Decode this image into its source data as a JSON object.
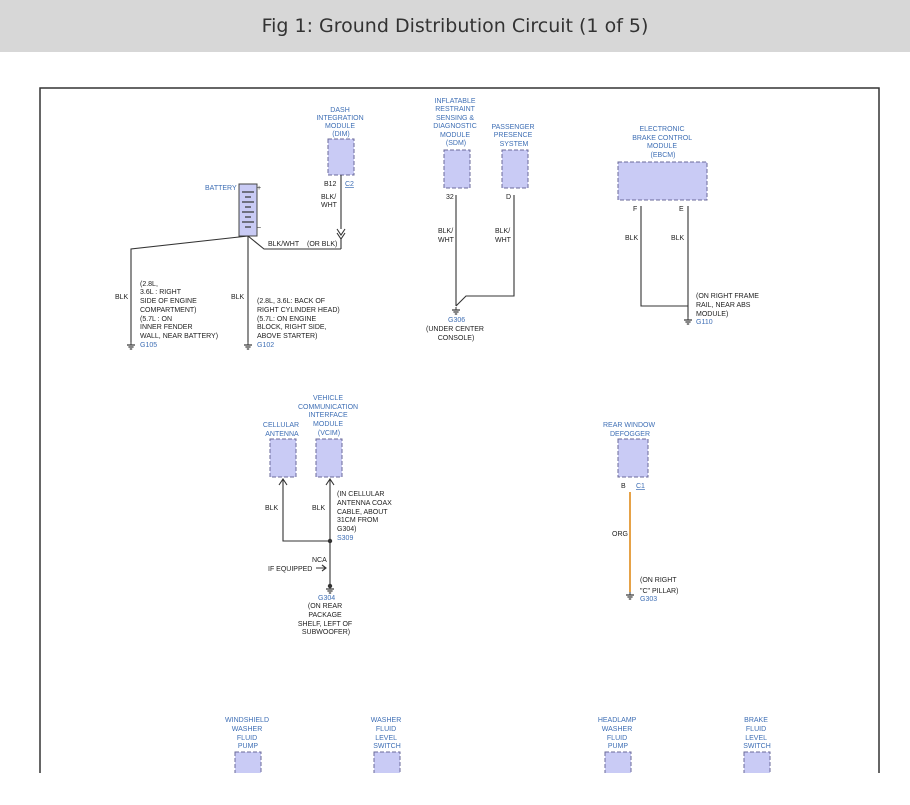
{
  "header": {
    "title": "Fig 1: Ground Distribution Circuit (1 of 5)"
  },
  "colors": {
    "component_fill": "#c9cbf5",
    "label_blue": "#3f6fb5",
    "wire": "#333333",
    "wire_org": "#e08a1a",
    "header_bg": "#d7d7d7"
  },
  "components": {
    "dim": [
      "DASH",
      "INTEGRATION",
      "MODULE",
      "(DIM)"
    ],
    "dim_pin": "B12",
    "dim_connector": "C2",
    "battery": "BATTERY",
    "sdm": [
      "INFLATABLE",
      "RESTRAINT",
      "SENSING &",
      "DIAGNOSTIC",
      "MODULE",
      "(SDM)"
    ],
    "sdm_pin": "32",
    "pps": [
      "PASSENGER",
      "PRESENCE",
      "SYSTEM"
    ],
    "pps_pin": "D",
    "ebcm": [
      "ELECTRONIC",
      "BRAKE CONTROL",
      "MODULE",
      "(EBCM)"
    ],
    "ebcm_pin_f": "F",
    "ebcm_pin_e": "E",
    "vcim": [
      "VEHICLE",
      "COMMUNICATION",
      "INTERFACE",
      "MODULE",
      "(VCIM)"
    ],
    "cellular": [
      "CELLULAR",
      "ANTENNA"
    ],
    "rwd": [
      "REAR WINDOW",
      "DEFOGGER"
    ],
    "rwd_pin": "B",
    "rwd_connector": "C1",
    "bottom": [
      [
        "WINDSHIELD",
        "WASHER",
        "FLUID",
        "PUMP"
      ],
      [
        "WASHER",
        "FLUID",
        "LEVEL",
        "SWITCH"
      ],
      [
        "HEADLAMP",
        "WASHER",
        "FLUID",
        "PUMP"
      ],
      [
        "BRAKE",
        "FLUID",
        "LEVEL",
        "SWITCH"
      ]
    ]
  },
  "wires": {
    "dim_color": [
      "BLK/",
      "WHT"
    ],
    "batt_main": "BLK/WHT",
    "batt_or": "(OR BLK)",
    "g105_color": "BLK",
    "g102_color": "BLK",
    "sdm_color": [
      "BLK/",
      "WHT"
    ],
    "pps_color": [
      "BLK/",
      "WHT"
    ],
    "ebcm_f_color": "BLK",
    "ebcm_e_color": "BLK",
    "cell_color": "BLK",
    "vcim_color": "BLK",
    "rwd_color": "ORG",
    "nca": "NCA",
    "if_equipped": "IF EQUIPPED"
  },
  "grounds": {
    "g105": {
      "id": "G105",
      "location": [
        "(2.8L,",
        "3.6L : RIGHT",
        "SIDE OF ENGINE",
        "COMPARTMENT)",
        "(5.7L : ON",
        "INNER FENDER",
        "WALL, NEAR BATTERY)"
      ]
    },
    "g102": {
      "id": "G102",
      "location": [
        "(2.8L, 3.6L: BACK OF",
        "RIGHT CYLINDER HEAD)",
        "(5.7L: ON ENGINE",
        "BLOCK, RIGHT SIDE,",
        "ABOVE STARTER)"
      ]
    },
    "g306": {
      "id": "G306",
      "location": [
        "(UNDER CENTER",
        "CONSOLE)"
      ]
    },
    "g110": {
      "id": "G110",
      "location": [
        "(ON RIGHT FRAME",
        "RAIL, NEAR ABS",
        "MODULE)"
      ]
    },
    "s309": {
      "id": "S309",
      "location": [
        "(IN CELLULAR",
        "ANTENNA COAX",
        "CABLE, ABOUT",
        "31CM FROM",
        "G304)"
      ]
    },
    "g304": {
      "id": "G304",
      "location": [
        "(ON REAR",
        "PACKAGE",
        "SHELF, LEFT OF",
        "SUBWOOFER)"
      ]
    },
    "g303": {
      "id": "G303",
      "location": [
        "(ON RIGHT",
        "\"C\" PILLAR)"
      ]
    }
  }
}
